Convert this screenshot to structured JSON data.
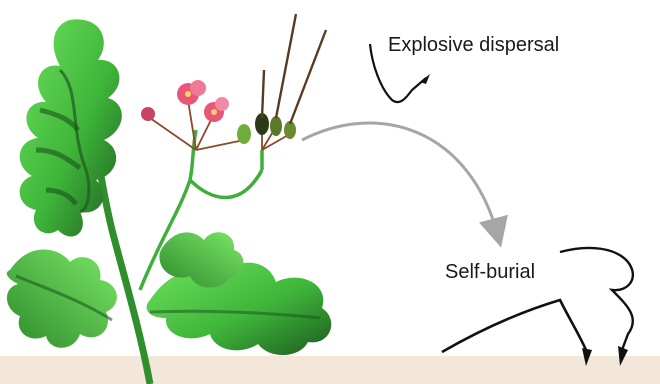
{
  "labels": {
    "explosive_dispersal": "Explosive dispersal",
    "self_burial": "Self-burial"
  },
  "colors": {
    "soil": "#f3e7da",
    "leaf_light": "#57d24c",
    "leaf_dark": "#1c5a1f",
    "stem": "#3fae3a",
    "petal": "#e8577a",
    "awn": "#5a3b22",
    "arrow": "#a6a6a6",
    "seed_line": "#111111"
  },
  "icons": {
    "plant": "stork's-bill-plant-illustration",
    "seed_coiled": "coiled-seed-awn-icon",
    "seed_burying": "burying-seed-awn-icon",
    "arrow": "curved-arrow-icon"
  }
}
